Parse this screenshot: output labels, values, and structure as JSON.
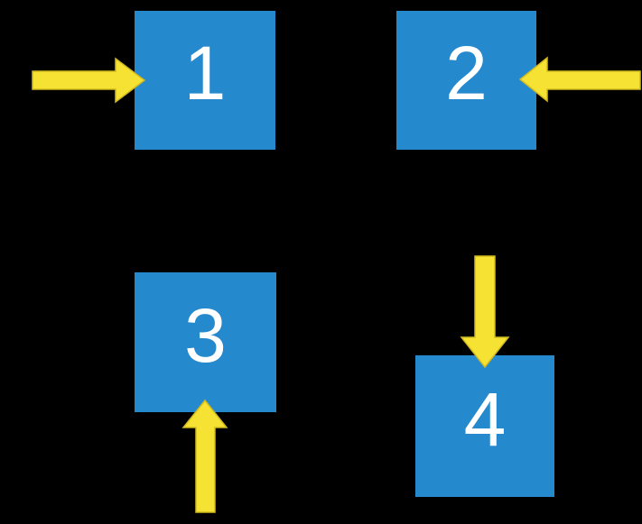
{
  "diagram": {
    "background_color": "#000000",
    "box_color": "#2589CD",
    "arrow_color": "#F5E233",
    "label_color": "#FFFFFF",
    "boxes": [
      {
        "label": "1",
        "arrow": {
          "direction": "right",
          "enters_from": "left side"
        }
      },
      {
        "label": "2",
        "arrow": {
          "direction": "left",
          "enters_from": "right side"
        }
      },
      {
        "label": "3",
        "arrow": {
          "direction": "up",
          "enters_from": "bottom side"
        }
      },
      {
        "label": "4",
        "arrow": {
          "direction": "down",
          "enters_from": "top side"
        }
      }
    ]
  }
}
